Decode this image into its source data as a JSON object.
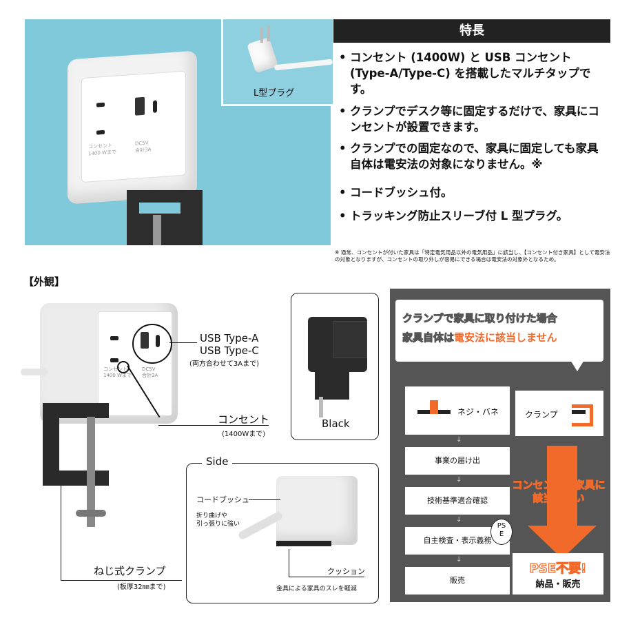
{
  "photo": {
    "outlet_label": "コンセント\n1400 Wまで",
    "usb_label": "DC5V\n合計3A",
    "lplug_caption": "L型プラグ"
  },
  "features": {
    "heading": "特長",
    "items": [
      "コンセント (1400W) と USB コンセント (Type-A/Type-C) を搭載したマルチタップです。",
      "クランプでデスク等に固定するだけで、家具にコンセントが設置できます。",
      "クランプでの固定なので、家具に固定しても家具自体は電安法の対象になりません。※",
      "コードブッシュ付。",
      "トラッキング防止スリーブ付 L 型プラグ。"
    ],
    "note": "※ 通常、コンセントが付いた家具は「特定電気用品以外の電気用品」に該当し、【コンセント付き家具】として電安法の対象となりますが、コンセントの取り外しが容易にできる場合は電安法の対象外となるため。"
  },
  "appearance": {
    "title": "【外観】",
    "usb_a": "USB Type-A",
    "usb_c": "USB Type-C",
    "usb_note": "(両方合わせて3Aまで)",
    "outlet": "コンセント",
    "outlet_note": "(1400Wまで)",
    "clamp": "ねじ式クランプ",
    "clamp_note": "(板厚32㎜まで)",
    "black": "Black",
    "side": "Side",
    "bushing": "コードブッシュ",
    "bushing_note": "折り曲げや\n引っ張りに強い",
    "cushion": "クッション",
    "cushion_note": "金具による家具のスレを軽減",
    "device_outlet": "コンセント\n1400 Wまで",
    "device_usb": "DC5V\n合計3A"
  },
  "diagram": {
    "bubble_line1": "クランプで家具に取り付けた場合",
    "bubble_line2_prefix": "家具自体は",
    "bubble_line2_highlight": "電安法に該当しません",
    "screw": "ネジ・バネ",
    "clamp": "クランプ",
    "step1": "事業の届け出",
    "step2": "技術基準適合確認",
    "step3": "自主検査・表示義務",
    "step4": "販売",
    "pse_mark": "PS\nE",
    "arrow_text": "コンセント付家具に\n該当しない",
    "result_head": "PSE不要!",
    "result_sub": "納品・販売",
    "colors": {
      "accent": "#f26a2a",
      "panel": "#555555"
    }
  }
}
